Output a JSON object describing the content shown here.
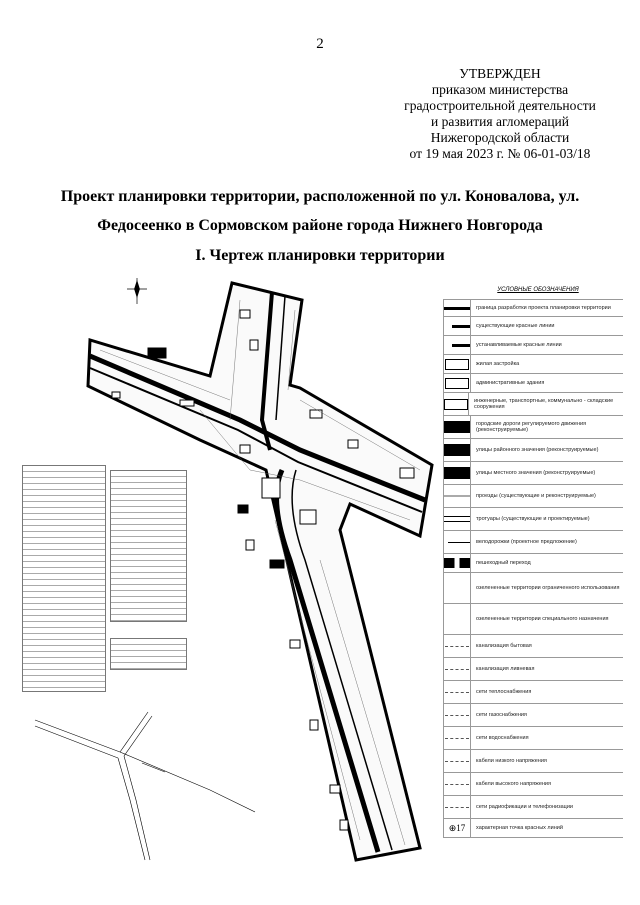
{
  "page_number": "2",
  "approval": {
    "lines": [
      "УТВЕРЖДЕН",
      "приказом министерства",
      "градостроительной деятельности",
      "и развития агломераций",
      "Нижегородской области",
      "от 19 мая 2023 г. № 06-01-03/18"
    ]
  },
  "title": "Проект планировки территории, расположенной по ул. Коновалова, ул. Федосеенко в Сормовском районе города Нижнего Новгорода",
  "section_title": "I. Чертеж планировки территории",
  "legend": {
    "heading": "УСЛОВНЫЕ ОБОЗНАЧЕНИЯ",
    "items": [
      {
        "symbol": "boundary",
        "label": "граница разработки проекта планировки территории"
      },
      {
        "symbol": "thick-line",
        "label": "существующие красные линии"
      },
      {
        "symbol": "thick-line",
        "label": "устанавливаемые красные линии"
      },
      {
        "symbol": "box",
        "label": "жилая застройка"
      },
      {
        "symbol": "box",
        "label": "административные здания"
      },
      {
        "symbol": "box",
        "label": "инженерные, транспортные, коммунально - складские сооружения"
      },
      {
        "symbol": "fill",
        "label": "городские дороги регулируемого движения (реконструируемые)"
      },
      {
        "symbol": "fill",
        "label": "улицы районного значения (реконструируемые)"
      },
      {
        "symbol": "fill",
        "label": "улицы местного значения (реконструируемые)"
      },
      {
        "symbol": "gray-line",
        "label": "проезды (существующие и реконструируемые)"
      },
      {
        "symbol": "double-line",
        "label": "тротуары (существующие и проектируемые)"
      },
      {
        "symbol": "arrow-line",
        "label": "велодорожки (проектное предложение)"
      },
      {
        "symbol": "crossing",
        "label": "пешеходный переход"
      },
      {
        "symbol": "empty",
        "label": "озелененные территории ограниченного использования"
      },
      {
        "symbol": "empty",
        "label": "озелененные территории специального назначения"
      },
      {
        "symbol": "dash",
        "label": "канализация бытовая"
      },
      {
        "symbol": "dash",
        "label": "канализация ливневая"
      },
      {
        "symbol": "dash",
        "label": "сети теплоснабжения"
      },
      {
        "symbol": "dash",
        "label": "сети газоснабжения"
      },
      {
        "symbol": "dash",
        "label": "сети водоснабжения"
      },
      {
        "symbol": "dash",
        "label": "кабели низкого напряжения"
      },
      {
        "symbol": "dash",
        "label": "кабели высокого напряжения"
      },
      {
        "symbol": "dash",
        "label": "сети радиофикации и телефонизации"
      },
      {
        "symbol": "point",
        "symbol_label": "17",
        "label": "характерная точка красных линий"
      }
    ]
  }
}
